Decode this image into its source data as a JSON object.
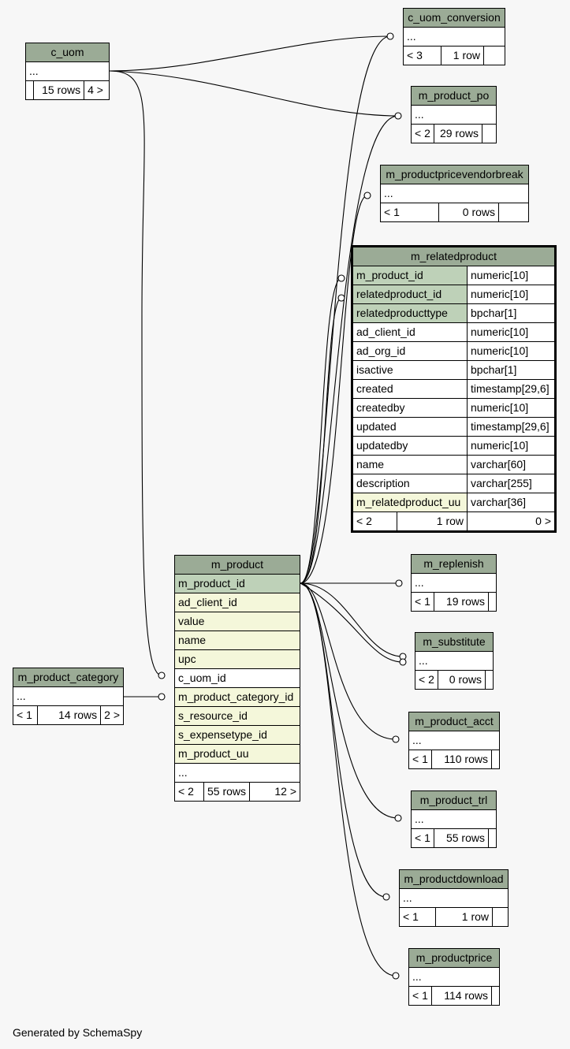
{
  "tables": {
    "c_uom_conversion": {
      "name": "c_uom_conversion",
      "cols": [
        "..."
      ],
      "parents": "< 3",
      "rows": "1 row",
      "children": ""
    },
    "c_uom": {
      "name": "c_uom",
      "cols": [
        "..."
      ],
      "parents": "",
      "rows": "15 rows",
      "children": "4 >"
    },
    "m_product_po": {
      "name": "m_product_po",
      "cols": [
        "..."
      ],
      "parents": "< 2",
      "rows": "29 rows",
      "children": ""
    },
    "m_productpricevendorbreak": {
      "name": "m_productpricevendorbreak",
      "cols": [
        "..."
      ],
      "parents": "< 1",
      "rows": "0 rows",
      "children": ""
    },
    "m_relatedproduct": {
      "name": "m_relatedproduct",
      "cols": [
        {
          "name": "m_product_id",
          "type": "numeric[10]"
        },
        {
          "name": "relatedproduct_id",
          "type": "numeric[10]"
        },
        {
          "name": "relatedproducttype",
          "type": "bpchar[1]"
        },
        {
          "name": "ad_client_id",
          "type": "numeric[10]"
        },
        {
          "name": "ad_org_id",
          "type": "numeric[10]"
        },
        {
          "name": "isactive",
          "type": "bpchar[1]"
        },
        {
          "name": "created",
          "type": "timestamp[29,6]"
        },
        {
          "name": "createdby",
          "type": "numeric[10]"
        },
        {
          "name": "updated",
          "type": "timestamp[29,6]"
        },
        {
          "name": "updatedby",
          "type": "numeric[10]"
        },
        {
          "name": "name",
          "type": "varchar[60]"
        },
        {
          "name": "description",
          "type": "varchar[255]"
        },
        {
          "name": "m_relatedproduct_uu",
          "type": "varchar[36]"
        }
      ],
      "parents": "< 2",
      "rows": "1 row",
      "children": "0 >"
    },
    "m_product": {
      "name": "m_product",
      "cols": [
        "m_product_id",
        "ad_client_id",
        "value",
        "name",
        "upc",
        "c_uom_id",
        "m_product_category_id",
        "s_resource_id",
        "s_expensetype_id",
        "m_product_uu",
        "..."
      ],
      "parents": "< 2",
      "rows": "55 rows",
      "children": "12 >"
    },
    "m_product_category": {
      "name": "m_product_category",
      "cols": [
        "..."
      ],
      "parents": "< 1",
      "rows": "14 rows",
      "children": "2 >"
    },
    "m_replenish": {
      "name": "m_replenish",
      "cols": [
        "..."
      ],
      "parents": "< 1",
      "rows": "19 rows",
      "children": ""
    },
    "m_substitute": {
      "name": "m_substitute",
      "cols": [
        "..."
      ],
      "parents": "< 2",
      "rows": "0 rows",
      "children": ""
    },
    "m_product_acct": {
      "name": "m_product_acct",
      "cols": [
        "..."
      ],
      "parents": "< 1",
      "rows": "110 rows",
      "children": ""
    },
    "m_product_trl": {
      "name": "m_product_trl",
      "cols": [
        "..."
      ],
      "parents": "< 1",
      "rows": "55 rows",
      "children": ""
    },
    "m_productdownload": {
      "name": "m_productdownload",
      "cols": [
        "..."
      ],
      "parents": "< 1",
      "rows": "1 row",
      "children": ""
    },
    "m_productprice": {
      "name": "m_productprice",
      "cols": [
        "..."
      ],
      "parents": "< 1",
      "rows": "114 rows",
      "children": ""
    }
  },
  "footer": "Generated by SchemaSpy",
  "colors": {
    "header": "#9bab96",
    "primary_key": "#bed1b8",
    "indexed": "#f4f7da",
    "background": "#f7f7f7"
  }
}
